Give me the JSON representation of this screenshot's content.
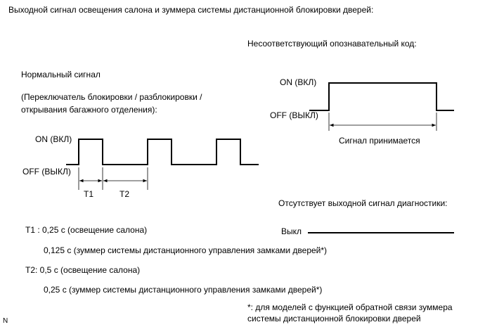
{
  "title": "Выходной сигнал освещения салона и зуммера системы дистанционной блокировки дверей:",
  "normal": {
    "heading": "Нормальный сигнал",
    "switch_line1": "(Переключатель блокировки / разблокировки /",
    "switch_line2": "открывания багажного отделения):",
    "on_label": "ON (ВКЛ)",
    "off_label": "OFF (ВЫКЛ)",
    "t1_label": "T1",
    "t2_label": "T2"
  },
  "mismatch": {
    "heading": "Несоответствующий опознавательный код:",
    "on_label": "ON (ВКЛ)",
    "off_label": "OFF (ВЫКЛ)",
    "accepted_label": "Сигнал принимается"
  },
  "no_output": {
    "heading": "Отсутствует выходной сигнал диагностики:",
    "off_label": "Выкл"
  },
  "timing": {
    "t1_line1": "T1 : 0,25 с (освещение салона)",
    "t1_line2": "0,125 с (зуммер системы дистанционного управления замками дверей*)",
    "t2_line1": "T2: 0,5 с (освещение салона)",
    "t2_line2": "0,25 с (зуммер системы дистанционного управления замками дверей*)"
  },
  "footnote": {
    "line1": "*: для моделей с функцией обратной связи зуммера",
    "line2": "системы дистанционной блокировки дверей"
  },
  "corner_mark": "N"
}
